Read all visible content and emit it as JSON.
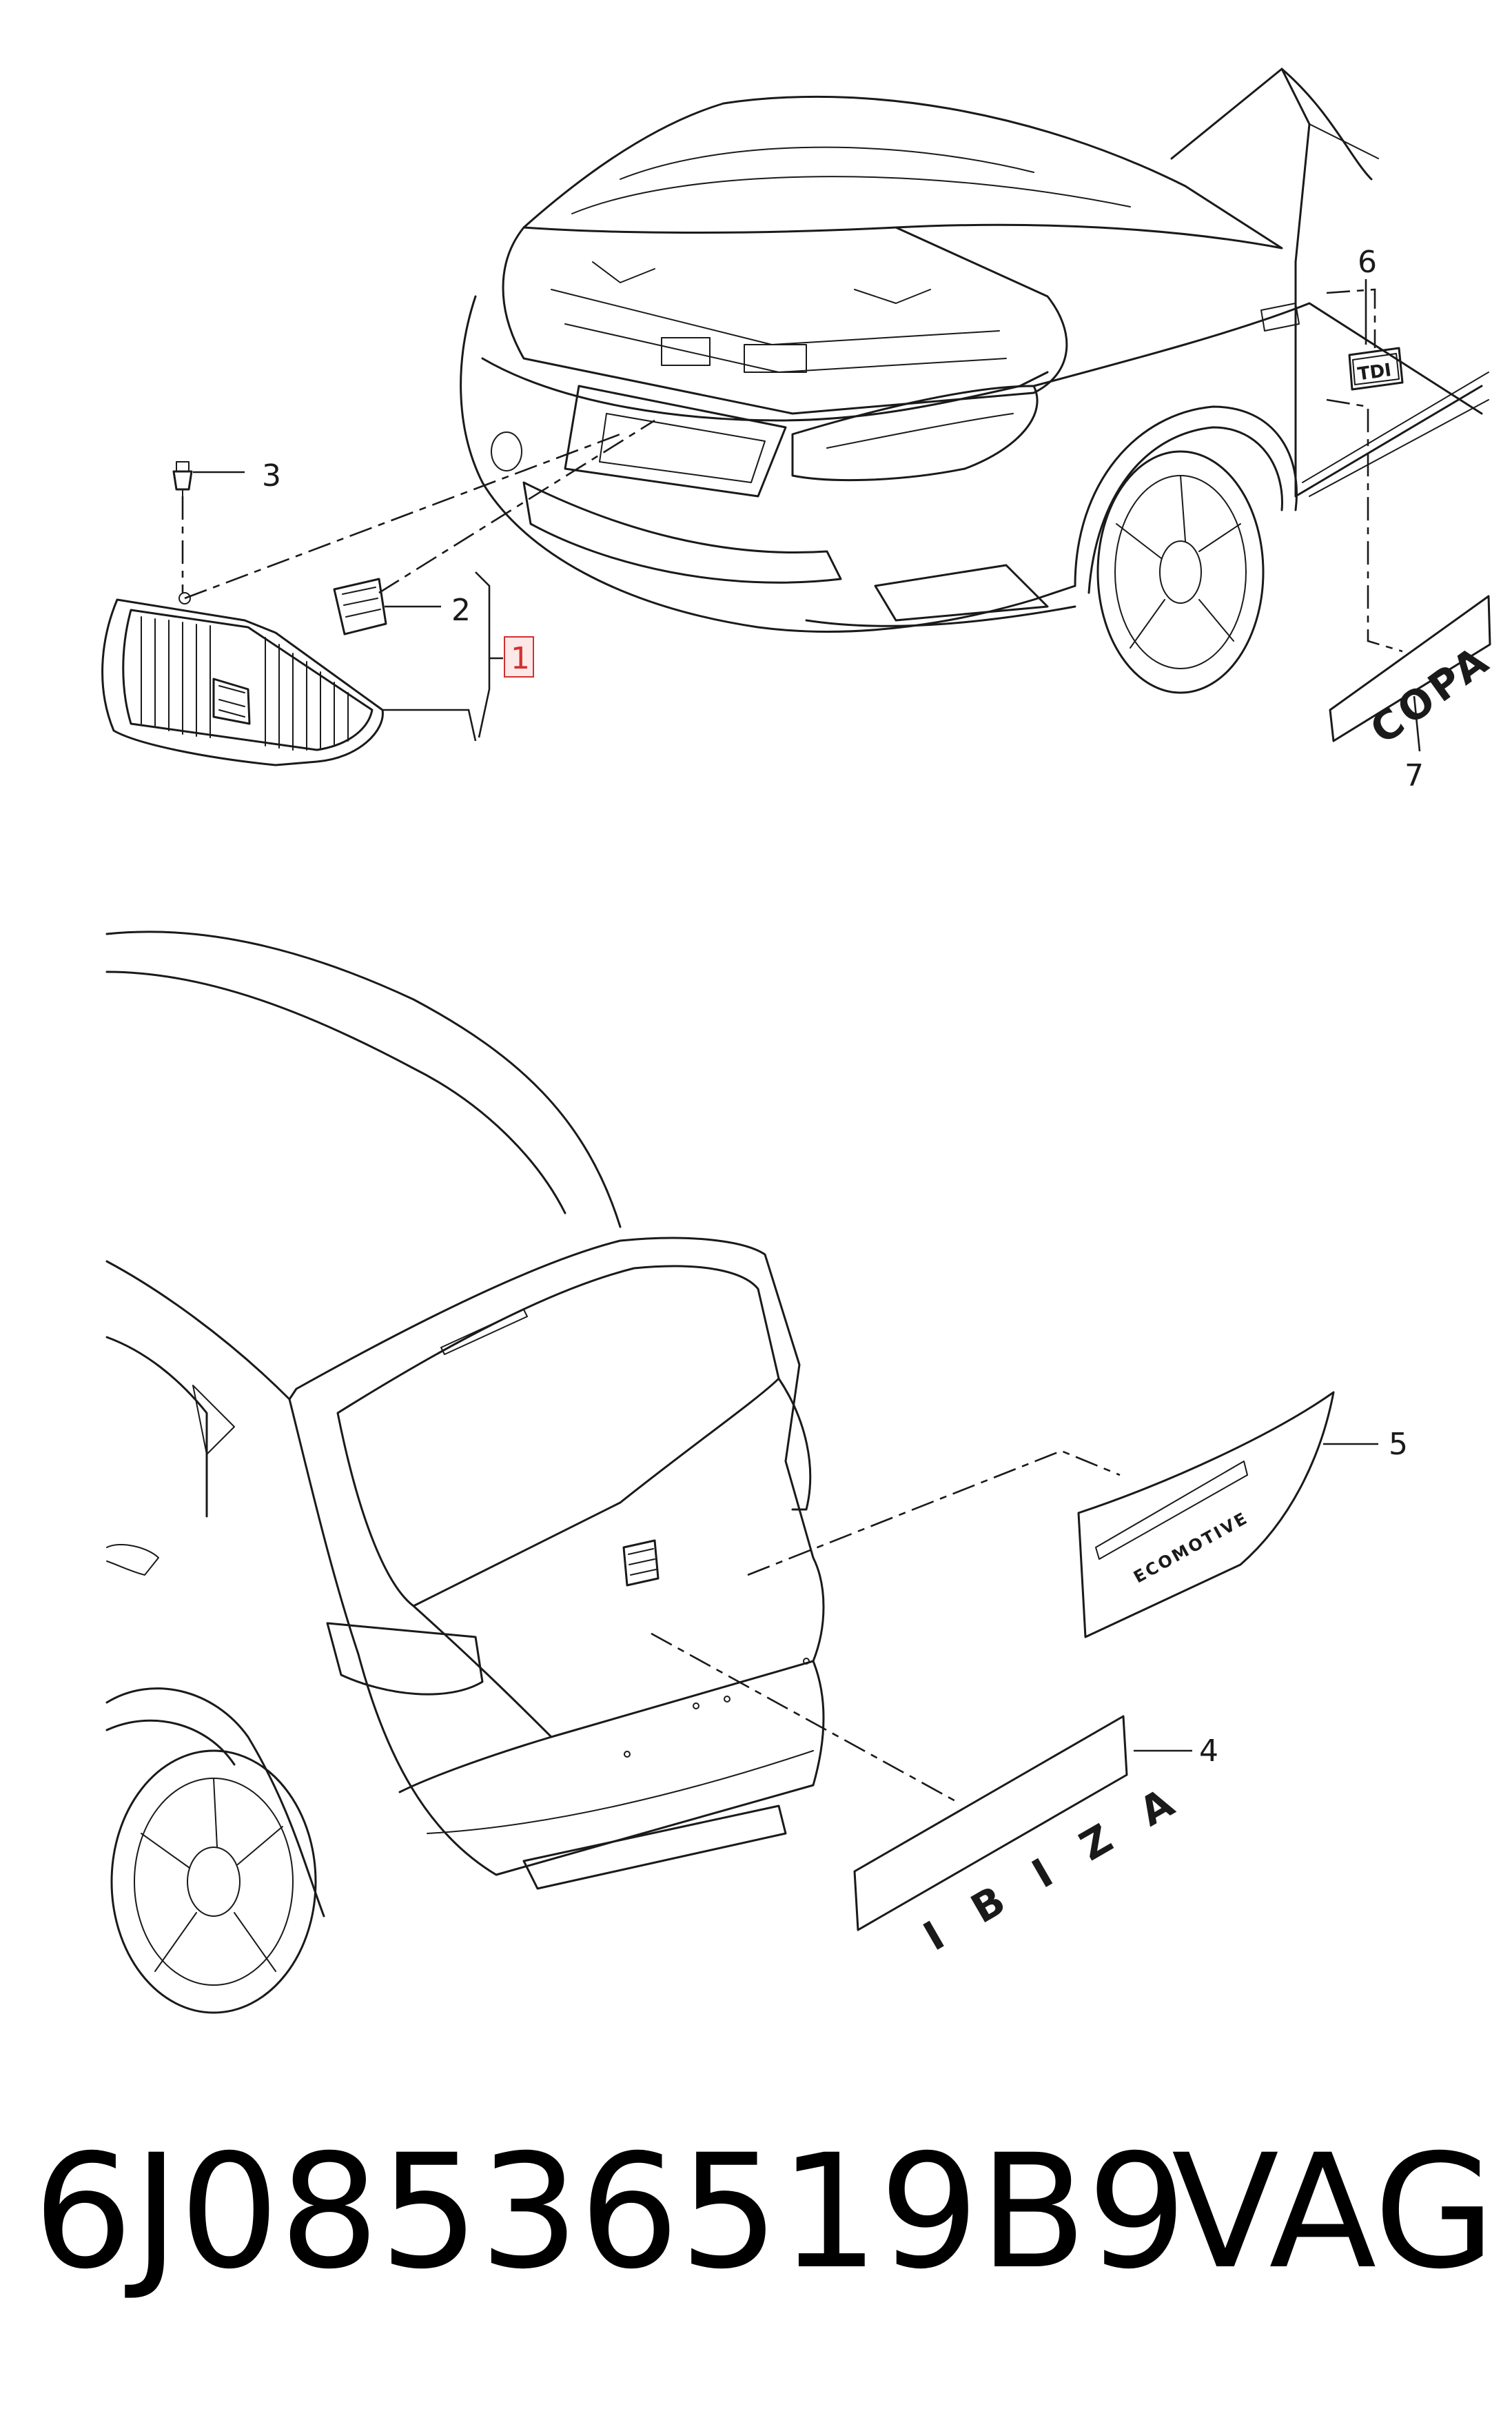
{
  "callouts": {
    "c1": "1",
    "c2": "2",
    "c3": "3",
    "c4": "4",
    "c5": "5",
    "c6": "6",
    "c7": "7"
  },
  "badges": {
    "tdi": "TDI",
    "copa": "COPA",
    "ecomotive": "ECOMOTIVE",
    "ibiza": "IBIZA"
  },
  "highlight_color": "#d23030",
  "caption": {
    "part_number": "6J08536519B9",
    "brand": "VAG"
  }
}
